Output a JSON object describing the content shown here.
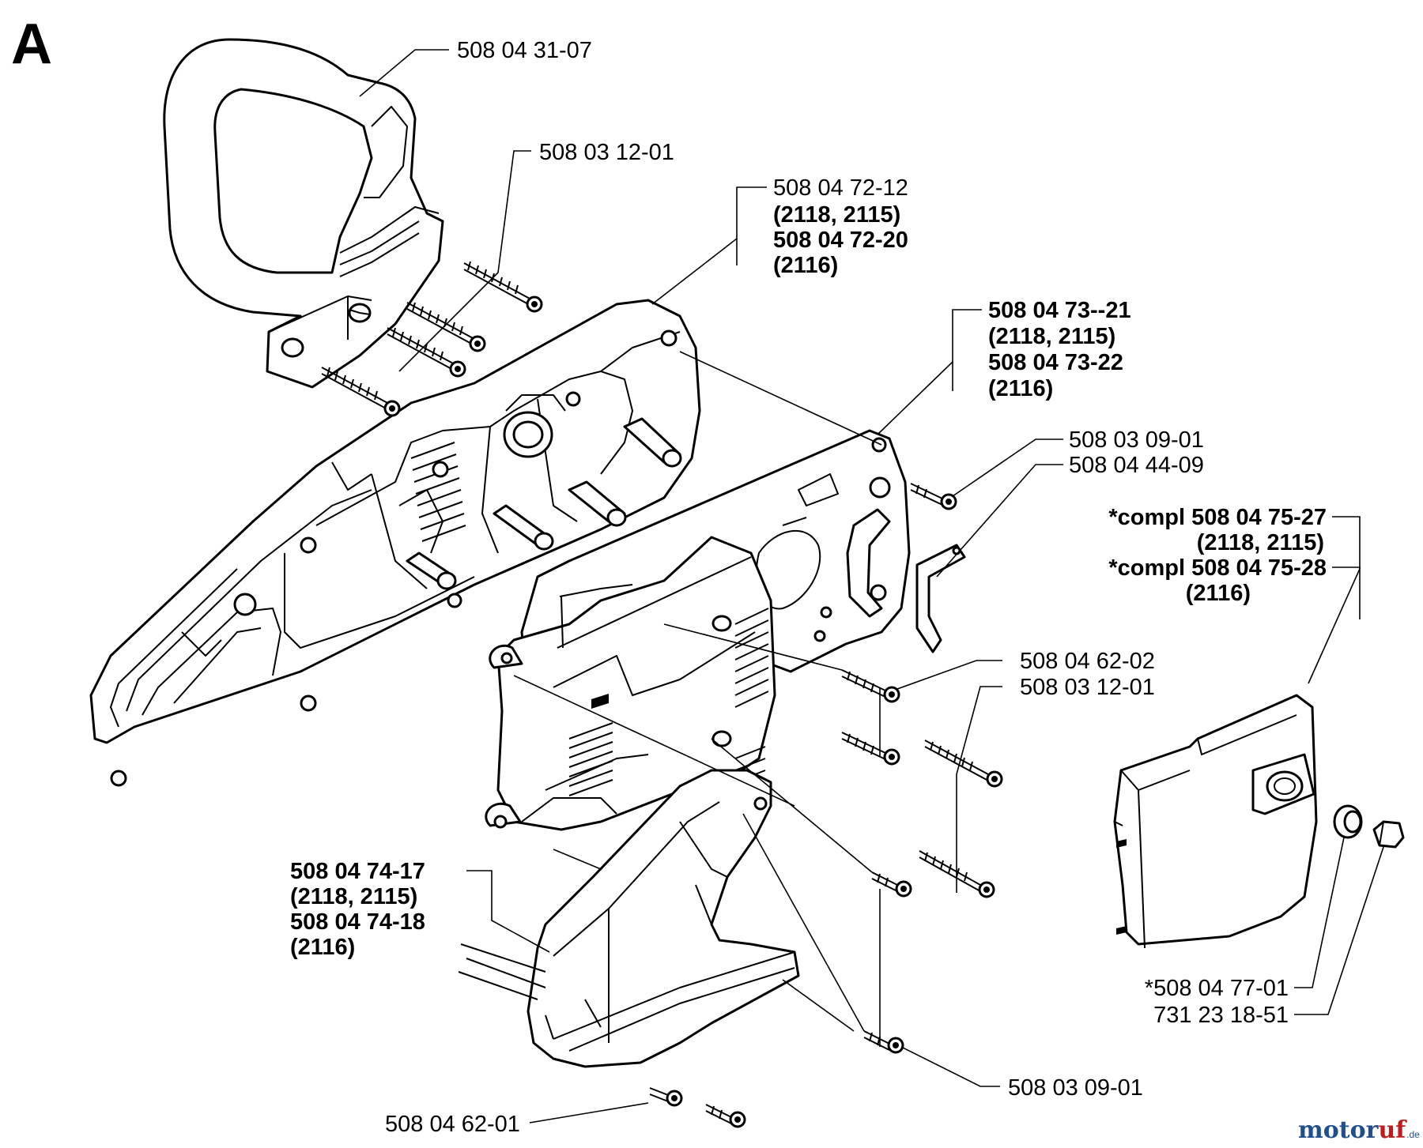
{
  "sheet_letter": "A",
  "callouts": {
    "handle": "508 04 31-07",
    "handle_screws": "508 03 12-01",
    "housing_a": [
      "508 04 72-12",
      "(2118, 2115)",
      "508 04 72-20",
      "(2116)"
    ],
    "housing_b": [
      "508 04 73--21",
      "(2118, 2115)",
      "508 04 73-22",
      "(2116)"
    ],
    "screw_right": "508 03 09-01",
    "clip": "508 04 44-09",
    "cover": [
      "*compl 508 04 75-27",
      "(2118, 2115)",
      "*compl 508 04 75-28",
      "(2116)"
    ],
    "motor_screw_a": "508 04 62-02",
    "motor_screw_b": "508 03 12-01",
    "lower_housing": [
      "508 04 74-17",
      "(2118, 2115)",
      "508 04 74-18",
      "(2116)"
    ],
    "washer": "*508 04 77-01",
    "nut": "731 23 18-51",
    "screw_bottom_right": "508 03 09-01",
    "screw_bottom_left": "508 04 62-01"
  },
  "watermark": {
    "brand_a": "motor",
    "brand_b": "uf",
    "tld": ".de"
  }
}
